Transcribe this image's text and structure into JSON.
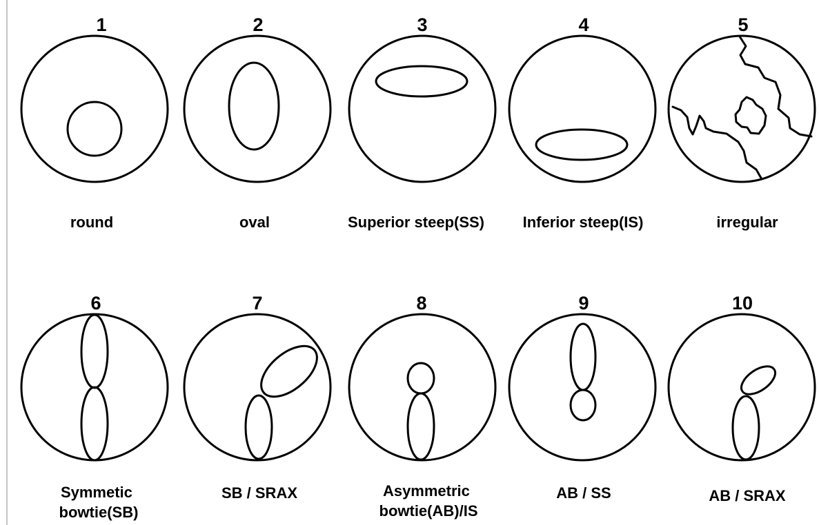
{
  "patterns": [
    {
      "number": "1",
      "caption": [
        "round"
      ]
    },
    {
      "number": "2",
      "caption": [
        "oval"
      ]
    },
    {
      "number": "3",
      "caption": [
        "Superior steep(SS)"
      ]
    },
    {
      "number": "4",
      "caption": [
        "Inferior steep(IS)"
      ]
    },
    {
      "number": "5",
      "caption": [
        "irregular"
      ]
    },
    {
      "number": "6",
      "caption": [
        "Symmetic",
        "bowtie(SB)"
      ]
    },
    {
      "number": "7",
      "caption": [
        "SB / SRAX"
      ]
    },
    {
      "number": "8",
      "caption": [
        "Asymmetric",
        "bowtie(AB)/IS"
      ]
    },
    {
      "number": "9",
      "caption": [
        "AB / SS"
      ]
    },
    {
      "number": "10",
      "caption": [
        "AB / SRAX"
      ]
    }
  ]
}
